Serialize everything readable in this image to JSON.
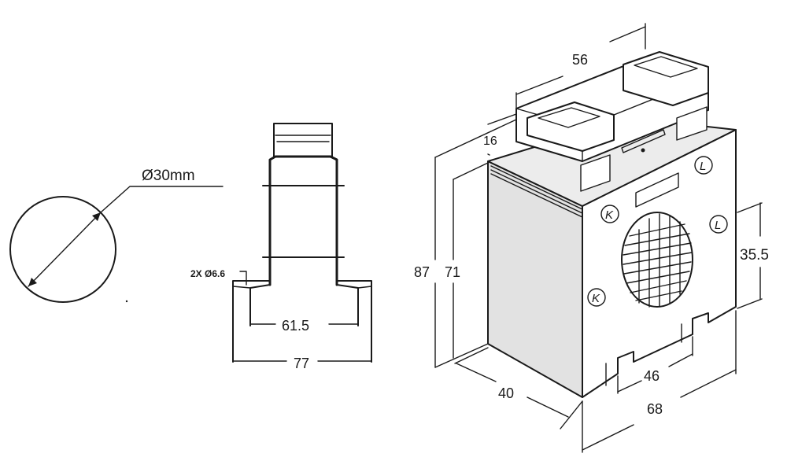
{
  "circle_view": {
    "diameter_label": "Ø30mm"
  },
  "side_view": {
    "holes_label": "2X Ø6.6",
    "inner_width_label": "61.5",
    "outer_width_label": "77"
  },
  "iso_view": {
    "top_width_label": "56",
    "top_height_label": "16",
    "total_height_label": "87",
    "body_height_label": "71",
    "window_height_label": "35.5",
    "depth_label": "40",
    "slot_spacing_label": "46",
    "base_width_label": "68",
    "terminal_marks": [
      "K",
      "K",
      "L",
      "L"
    ]
  },
  "colors": {
    "line": "#1a1a1a",
    "face": "#ececec",
    "background": "#ffffff"
  }
}
